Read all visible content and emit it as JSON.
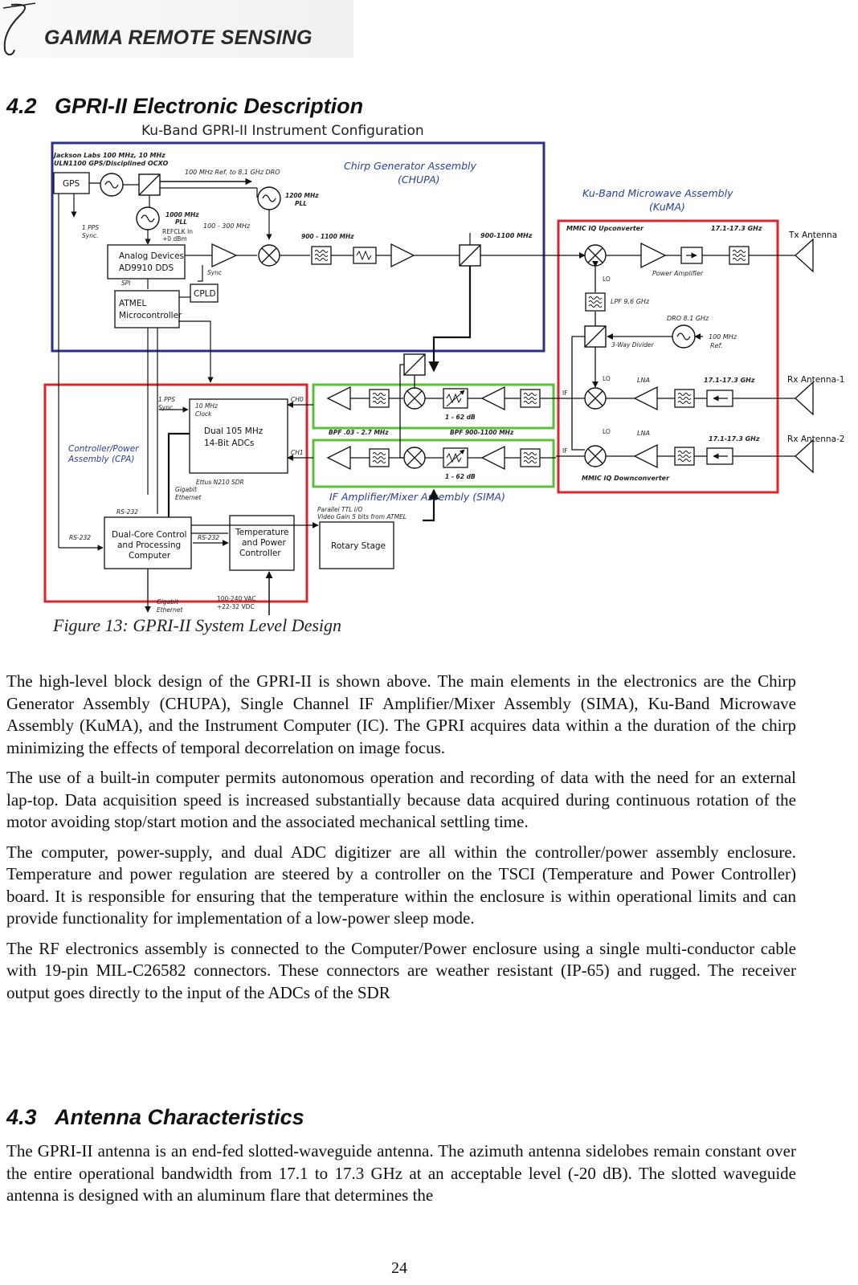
{
  "header": {
    "company": "GAMMA REMOTE SENSING"
  },
  "section_42": {
    "number": "4.2",
    "title": "GPRI-II Electronic Description"
  },
  "diagram": {
    "title": "Ku-Band GPRI-II Instrument Configuration",
    "ref_line1": "Jackson Labs 100 MHz, 10 MHz",
    "ref_line2": "ULN1100 GPS/Disciplined OCXO",
    "gps": "GPS",
    "dro_label": "100 MHz Ref. to 8.1 GHz DRO",
    "pps_sync_a": "1 PPS",
    "pps_sync_b": "Sync.",
    "pll1000_a": "1000 MHz",
    "pll1000_b": "PLL",
    "refclk_a": "REFCLK In",
    "refclk_b": "+0 dBm",
    "pll1200_a": "1200 MHz",
    "pll1200_b": "PLL",
    "range_100_300": "100 - 300 MHz",
    "range_900_1100": "900 - 1100 MHz",
    "range_900_1100_b": "900-1100 MHz",
    "chupa_a": "Chirp Generator Assembly",
    "chupa_b": "(CHUPA)",
    "kuma_a": "Ku-Band Microwave Assembly",
    "kuma_b": "(KuMA)",
    "dds_a": "Analog Devices",
    "dds_b": "AD9910 DDS",
    "sync": "Sync",
    "spi": "SPI",
    "cpld": "CPLD",
    "atmel_a": "ATMEL",
    "atmel_b": "Microcontroller",
    "upconv": "MMIC IQ Upconverter",
    "band_tx": "17.1-17.3 GHz",
    "tx_antenna": "Tx Antenna",
    "power_amp": "Power Amplifier",
    "lo": "LO",
    "lpf": "LPF 9.6 GHz",
    "dro81": "DRO 8.1 GHz",
    "ref100_a": "100 MHz",
    "ref100_b": "Ref.",
    "divider": "3-Way Divider",
    "lna": "LNA",
    "band_rx1": "17.1-17.3 GHz",
    "rx_antenna1": "Rx Antenna-1",
    "band_rx2": "17.1-17.3 GHz",
    "rx_antenna2": "Rx Antenna-2",
    "if": "IF",
    "downconv": "MMIC IQ Downconverter",
    "clock_a": "10 MHz",
    "clock_b": "Clock",
    "ch0": "CH0",
    "ch1": "CH1",
    "adc_a": "Dual 105 MHz",
    "adc_b": "14-Bit ADCs",
    "sdr": "Ettus N210 SDR",
    "cpa_a": "Controller/Power",
    "cpa_b": "Assembly (CPA)",
    "gigabit_a": "Gigabit",
    "gigabit_b": "Ethernet",
    "rs232": "RS-232",
    "bpf_if": "BPF .03 - 2.7 MHz",
    "bpf_rf": "BPF 900-1100 MHz",
    "atten": "1 - 62 dB",
    "sima": "IF Amplifier/Mixer Assembly (SIMA)",
    "ttl_a": "Parallel TTL I/O",
    "ttl_b": "Video Gain 5 bits from ATMEL",
    "computer_a": "Dual-Core Control",
    "computer_b": "and Processing",
    "computer_c": "Computer",
    "tpc_a": "Temperature",
    "tpc_b": "and Power",
    "tpc_c": "Controller",
    "rotary": "Rotary Stage",
    "power_a": "100-240 VAC",
    "power_b": "+22-32 VDC",
    "colors": {
      "blue_box": "#2b2f8a",
      "red_box": "#d8262c",
      "green_box": "#5cbf3a",
      "label_blue": "#2b3d9c"
    }
  },
  "figure_caption": "Figure 13: GPRI-II System Level Design",
  "paragraphs": [
    "The high-level block design of the GPRI-II is shown above. The main elements in the electronics are the Chirp Generator Assembly (CHUPA), Single Channel IF Amplifier/Mixer Assembly (SIMA), Ku-Band Microwave Assembly (KuMA), and the Instrument Computer (IC). The GPRI acquires data within a the duration of the chirp minimizing the effects of temporal decorrelation on image focus.",
    "The use of a built-in computer permits autonomous operation and recording of data with the need for an external lap-top. Data acquisition speed is increased substantially because data acquired during continuous rotation of the motor avoiding stop/start motion and the associated mechanical settling time.",
    "The computer, power-supply, and dual ADC digitizer are all within the controller/power assembly enclosure. Temperature and power regulation are steered by a controller on the TSCI (Temperature and Power Controller) board. It is responsible for ensuring that the temperature within the enclosure is within operational limits and can provide functionality for implementation of a low-power sleep mode.",
    "The RF electronics assembly is connected to the Computer/Power enclosure using a single multi-conductor cable with 19-pin MIL-C26582 connectors. These connectors are weather resistant (IP-65) and rugged. The receiver output goes directly to the input of the ADCs of the SDR"
  ],
  "section_43": {
    "number": "4.3",
    "title": "Antenna Characteristics",
    "text": "The GPRI-II antenna is an end-fed slotted-waveguide antenna. The azimuth antenna sidelobes remain constant over the entire operational bandwidth from 17.1 to 17.3 GHz at an acceptable level (-20 dB). The slotted waveguide antenna is designed with an aluminum flare that determines the"
  },
  "page_number": "24"
}
